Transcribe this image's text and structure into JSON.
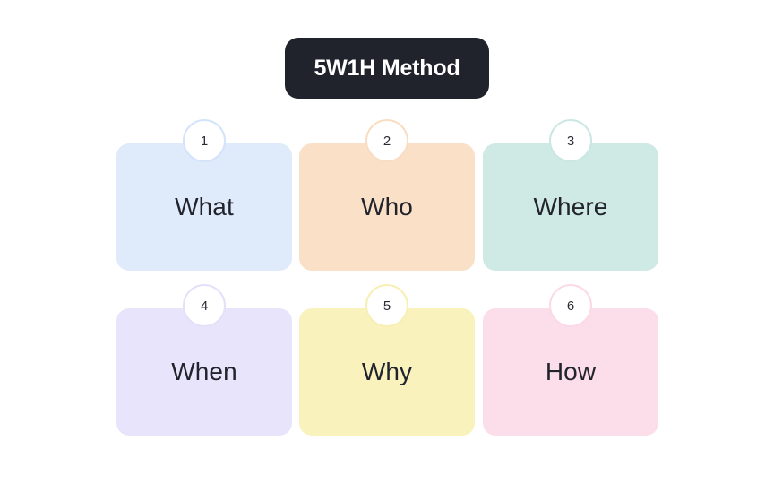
{
  "title": {
    "text": "5W1H Method",
    "background": "#21232c",
    "text_color": "#ffffff"
  },
  "cards": [
    {
      "number": "1",
      "label": "What",
      "fill": "#dfeafb",
      "ring": "#d3e3fa",
      "column": "col-1",
      "row": "row-1"
    },
    {
      "number": "2",
      "label": "Who",
      "fill": "#fbe0c8",
      "ring": "#f9ddc3",
      "column": "col-2",
      "row": "row-1"
    },
    {
      "number": "3",
      "label": "Where",
      "fill": "#cfe9e5",
      "ring": "#cae7e3",
      "column": "col-3",
      "row": "row-1"
    },
    {
      "number": "4",
      "label": "When",
      "fill": "#e8e4fb",
      "ring": "#e4e0fa",
      "column": "col-1",
      "row": "row-2"
    },
    {
      "number": "5",
      "label": "Why",
      "fill": "#faf2bd",
      "ring": "#f8efb4",
      "column": "col-2",
      "row": "row-2"
    },
    {
      "number": "6",
      "label": "How",
      "fill": "#fcdeeb",
      "ring": "#fbd9e7",
      "column": "col-3",
      "row": "row-2"
    }
  ],
  "canvas": {
    "background": "#ffffff"
  }
}
